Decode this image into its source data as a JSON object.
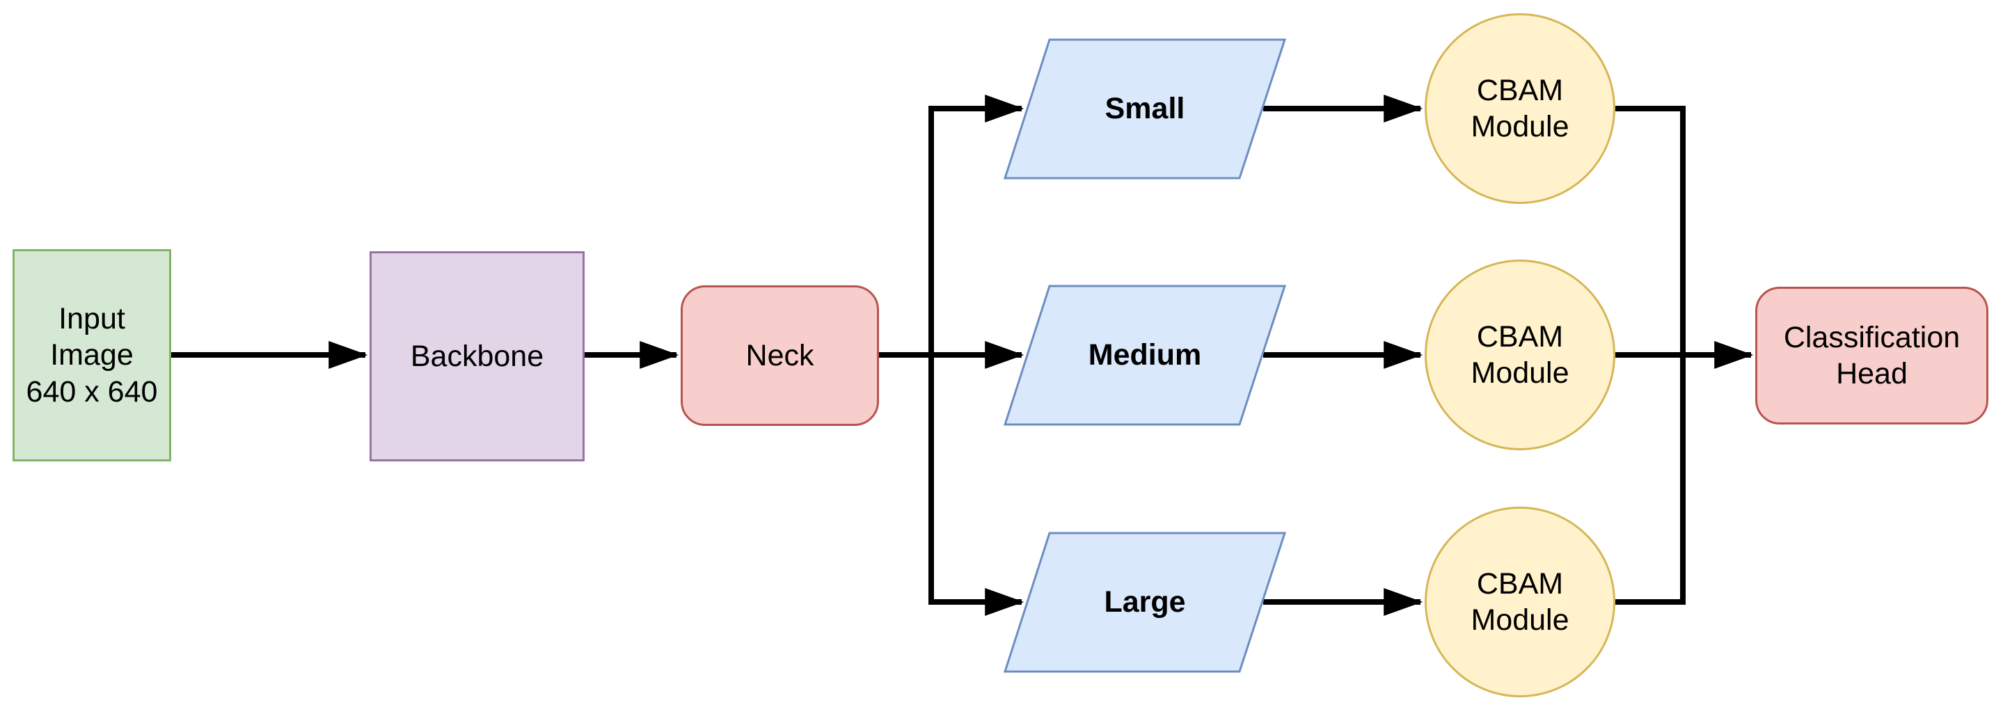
{
  "diagram": {
    "background_color": "#ffffff",
    "connector_color": "#000000",
    "text_color": "#000000",
    "nodes": {
      "input_image": {
        "line1": "Input Image",
        "line2": "640 x 640",
        "fill": "#d5e8d4",
        "stroke": "#82b366"
      },
      "backbone": {
        "label": "Backbone",
        "fill": "#e1d5e7",
        "stroke": "#9673a6"
      },
      "neck": {
        "label": "Neck",
        "fill": "#f8cecc",
        "stroke": "#b85450"
      },
      "scale_branches": {
        "fill": "#dae8fc",
        "stroke": "#6c8ebf",
        "small": {
          "label": "Small"
        },
        "medium": {
          "label": "Medium"
        },
        "large": {
          "label": "Large"
        }
      },
      "cbam": {
        "line1": "CBAM",
        "line2": "Module",
        "fill": "#fff2cc",
        "stroke": "#d6b656"
      },
      "classification_head": {
        "line1": "Classification",
        "line2": "Head",
        "fill": "#f8cecc",
        "stroke": "#b85450"
      }
    }
  }
}
